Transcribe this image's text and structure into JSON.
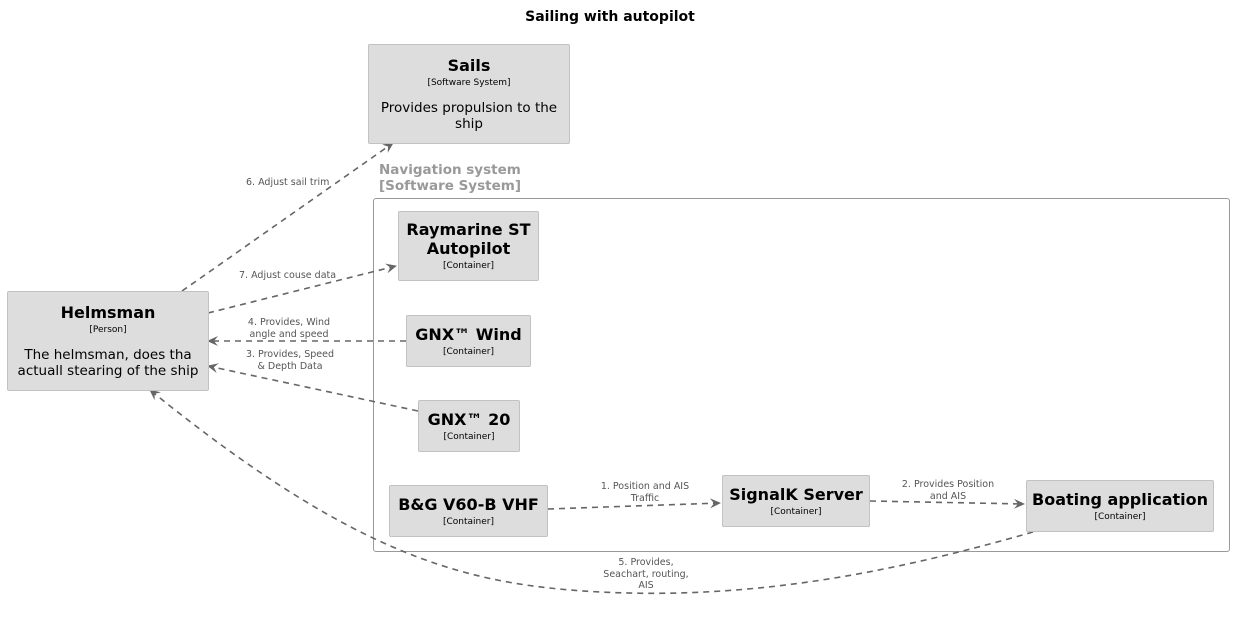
{
  "title": "Sailing with autopilot",
  "boundary": {
    "name": "Navigation system",
    "stereotype": "[Software System]"
  },
  "nodes": {
    "sails": {
      "name": "Sails",
      "stereotype": "[Software System]",
      "description": "Provides propulsion to the ship"
    },
    "helmsman": {
      "name": "Helmsman",
      "stereotype": "[Person]",
      "description": "The helmsman, does tha actuall stearing of the ship"
    },
    "autopilot": {
      "name": "Raymarine ST Autopilot",
      "stereotype": "[Container]"
    },
    "wind": {
      "name": "GNX™ Wind",
      "stereotype": "[Container]"
    },
    "gnx20": {
      "name": "GNX™ 20",
      "stereotype": "[Container]"
    },
    "vhf": {
      "name": "B&G V60-B VHF",
      "stereotype": "[Container]"
    },
    "signalk": {
      "name": "SignalK Server",
      "stereotype": "[Container]"
    },
    "boating": {
      "name": "Boating application",
      "stereotype": "[Container]"
    }
  },
  "edges": {
    "e6": "6. Adjust sail trim",
    "e7": "7. Adjust couse data",
    "e4a": "4. Provides, Wind",
    "e4b": "angle and speed",
    "e3a": "3. Provides, Speed",
    "e3b": "& Depth Data",
    "e1a": "1. Position and AIS",
    "e1b": "Traffic",
    "e2a": "2. Provides Position",
    "e2b": "and AIS",
    "e5a": "5. Provides,",
    "e5b": "Seachart, routing,",
    "e5c": "AIS"
  },
  "colors": {
    "node_fill": "#dddddd",
    "edge": "#666666",
    "boundary": "#999999"
  }
}
